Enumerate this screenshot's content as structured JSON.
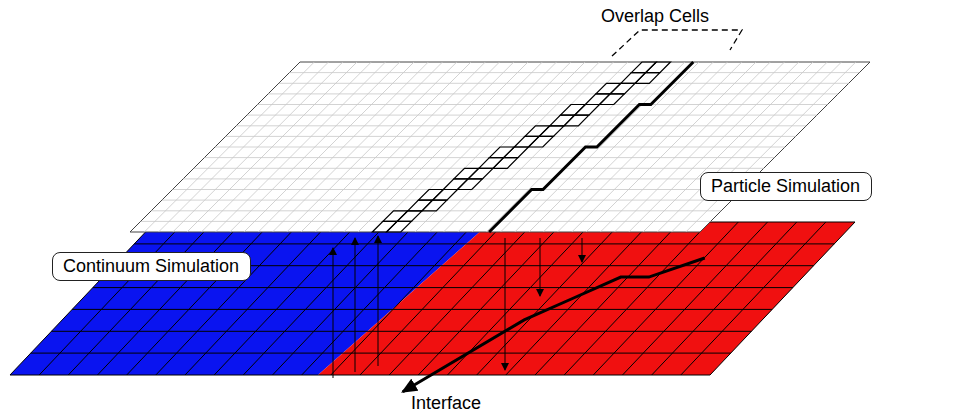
{
  "diagram": {
    "nodes": [
      {
        "text": [
          "Particle Simulation"
        ]
      },
      {
        "text": [
          "Continuum Simulation"
        ]
      }
    ],
    "labels": [
      "Overlap Cells",
      "Interface"
    ]
  }
}
